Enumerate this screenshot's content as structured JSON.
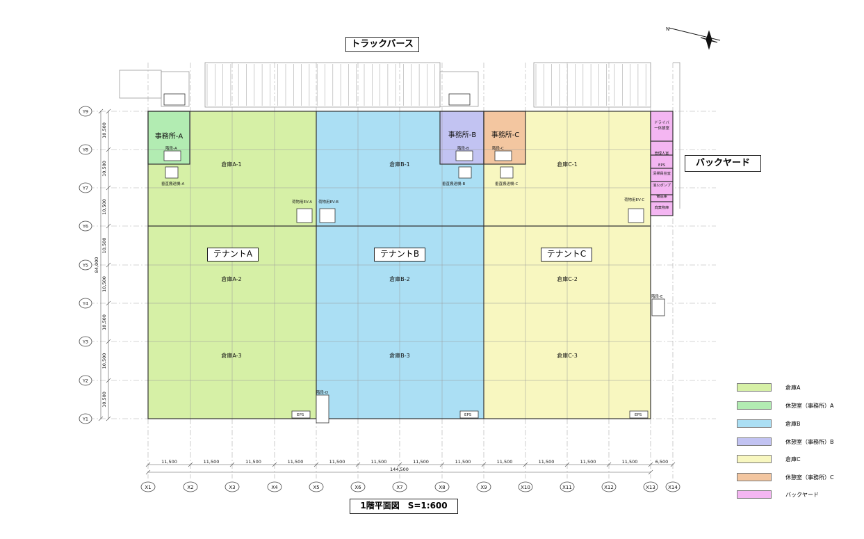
{
  "top_label": "トラックバース",
  "side_label": "バックヤード",
  "title": "1階平面図　S=1:600",
  "tenants": [
    {
      "label": "テナントA"
    },
    {
      "label": "テナントB"
    },
    {
      "label": "テナントC"
    }
  ],
  "rooms": [
    {
      "label": "事務所-A"
    },
    {
      "label": "事務所-B"
    },
    {
      "label": "事務所-C"
    },
    {
      "label": "倉庫A-1"
    },
    {
      "label": "倉庫B-1"
    },
    {
      "label": "倉庫C-1"
    },
    {
      "label": "倉庫A-2"
    },
    {
      "label": "倉庫B-2"
    },
    {
      "label": "倉庫C-2"
    },
    {
      "label": "倉庫A-3"
    },
    {
      "label": "倉庫B-3"
    },
    {
      "label": "倉庫C-3"
    }
  ],
  "small_labels": [
    {
      "label": "階段-A"
    },
    {
      "label": "階段-B"
    },
    {
      "label": "階段-C"
    },
    {
      "label": "階段-D"
    },
    {
      "label": "階段-E"
    },
    {
      "label": "垂直搬送機-A"
    },
    {
      "label": "垂直搬送機-B"
    },
    {
      "label": "垂直搬送機-C"
    },
    {
      "label": "荷物用EV-A"
    },
    {
      "label": "荷物用EV-B"
    },
    {
      "label": "荷物用EV-C"
    },
    {
      "label": "EPS"
    },
    {
      "label": "EPS"
    },
    {
      "label": "EPS"
    },
    {
      "label": "EPS"
    }
  ],
  "backyard_rooms": [
    "ドライバー休憩室",
    "管理人室",
    "清掃員控室",
    "消火ポンプ",
    "備品庫",
    "廃棄物庫"
  ],
  "grid_x": [
    "X1",
    "X2",
    "X3",
    "X4",
    "X5",
    "X6",
    "X7",
    "X8",
    "X9",
    "X10",
    "X11",
    "X12",
    "X13",
    "X14"
  ],
  "grid_y": [
    "Y1",
    "Y2",
    "Y3",
    "Y4",
    "Y5",
    "Y6",
    "Y7",
    "Y8",
    "Y9"
  ],
  "dims_x": [
    "11,500",
    "11,500",
    "11,500",
    "11,500",
    "11,500",
    "11,500",
    "11,500",
    "11,500",
    "11,500",
    "11,500",
    "11,500",
    "11,500",
    "6,500"
  ],
  "dims_total_x": "144,500",
  "dims_y": [
    "10,500",
    "10,500",
    "10,500",
    "10,500",
    "10,500",
    "10,500",
    "10,500",
    "10,500"
  ],
  "dims_total_y": "84,000",
  "legend": [
    {
      "label": "倉庫A",
      "color": "#d6f0a6"
    },
    {
      "label": "休憩室（事務所）A",
      "color": "#b2ecb2"
    },
    {
      "label": "倉庫B",
      "color": "#abdff4"
    },
    {
      "label": "休憩室（事務所）B",
      "color": "#c2c3f2"
    },
    {
      "label": "倉庫C",
      "color": "#f8f7c0"
    },
    {
      "label": "休憩室（事務所）C",
      "color": "#f3c6a0"
    },
    {
      "label": "バックヤード",
      "color": "#f4b6f2"
    }
  ],
  "colors": {
    "warehouse_a": "#d6f0a6",
    "office_a": "#b2ecb2",
    "warehouse_b": "#abdff4",
    "office_b": "#c2c3f2",
    "warehouse_c": "#f8f7c0",
    "office_c": "#f3c6a0",
    "backyard": "#f4b6f2"
  }
}
